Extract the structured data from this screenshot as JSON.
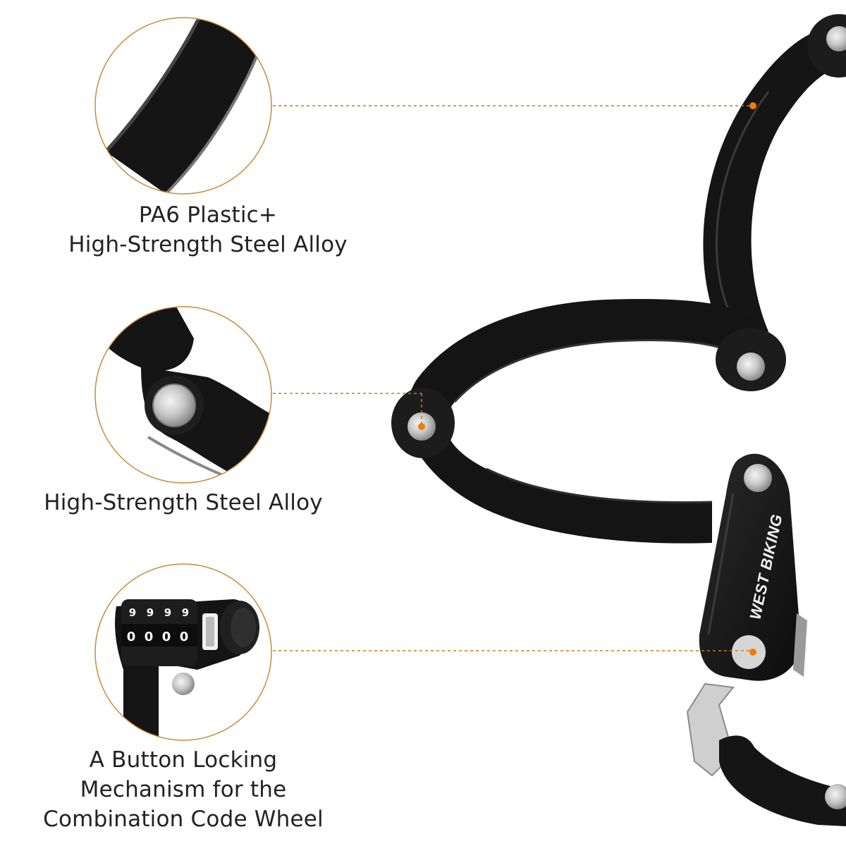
{
  "captions": {
    "plastic_alloy": {
      "line1": "PA6 Plastic+",
      "line2": "High-Strength Steel Alloy"
    },
    "steel_alloy": {
      "line1": "High-Strength Steel Alloy"
    },
    "button_lock": {
      "line1": "A Button Locking",
      "line2": "Mechanism for the",
      "line3": "Combination Code Wheel"
    }
  },
  "brand": {
    "logo_text": "WEST BIKING"
  },
  "combination_wheel": {
    "top_digits": [
      "9",
      "9",
      "9",
      "9"
    ],
    "mid_digits": [
      "0",
      "0",
      "0",
      "0"
    ]
  },
  "colors": {
    "callout_line": "#c77a1e",
    "callout_dot": "#f07d00",
    "circle_border": "#c98a3c",
    "lock_body": "#141414",
    "rivet": "#c8c8c8"
  }
}
